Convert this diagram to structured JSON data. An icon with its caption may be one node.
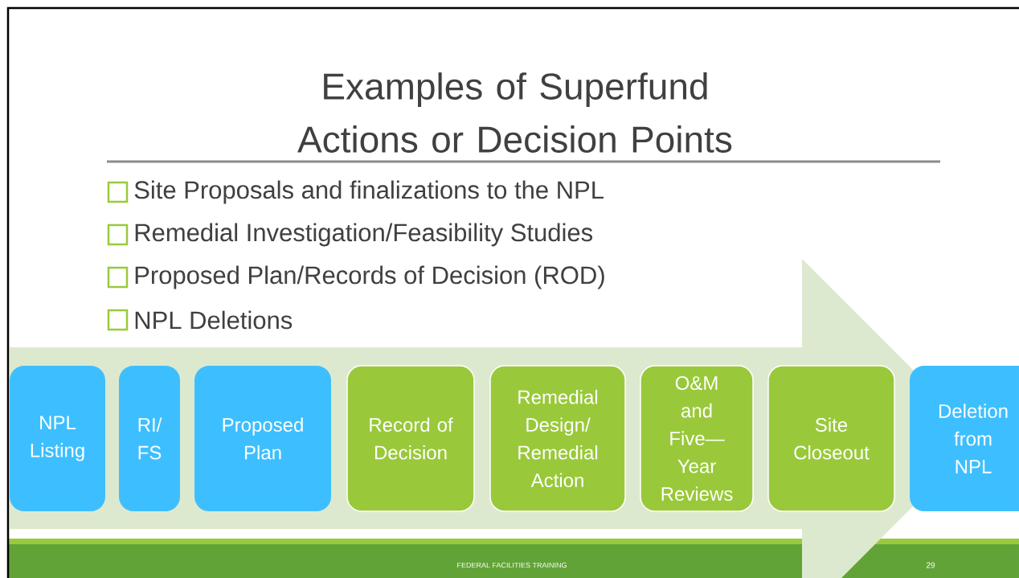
{
  "diagram": {
    "title": "Examples of Superfund Actions or Decision Points",
    "nodes": [
      {
        "text": [
          "NPL Listing"
        ]
      },
      {
        "text": [
          "RI/ FS"
        ]
      },
      {
        "text": [
          "Proposed Plan"
        ]
      },
      {
        "text": [
          "Record of Decision"
        ]
      },
      {
        "text": [
          "Remedial Design/ Remedial Action"
        ]
      },
      {
        "text": [
          "O&M and Five— Year Reviews"
        ]
      },
      {
        "text": [
          "Site Closeout"
        ]
      },
      {
        "text": [
          "Deletion from NPL"
        ]
      }
    ],
    "edges": [
      {
        "from": 0,
        "to": 7,
        "arrow": "to"
      }
    ],
    "labels": [
      "Site Proposals and finalizations to the NPL",
      "Remedial Investigation/Feasibility Studies",
      "Proposed Plan/Records of Decision (ROD)",
      "NPL Deletions",
      "FEDERAL FACILITIES TRAINING",
      "29"
    ]
  }
}
